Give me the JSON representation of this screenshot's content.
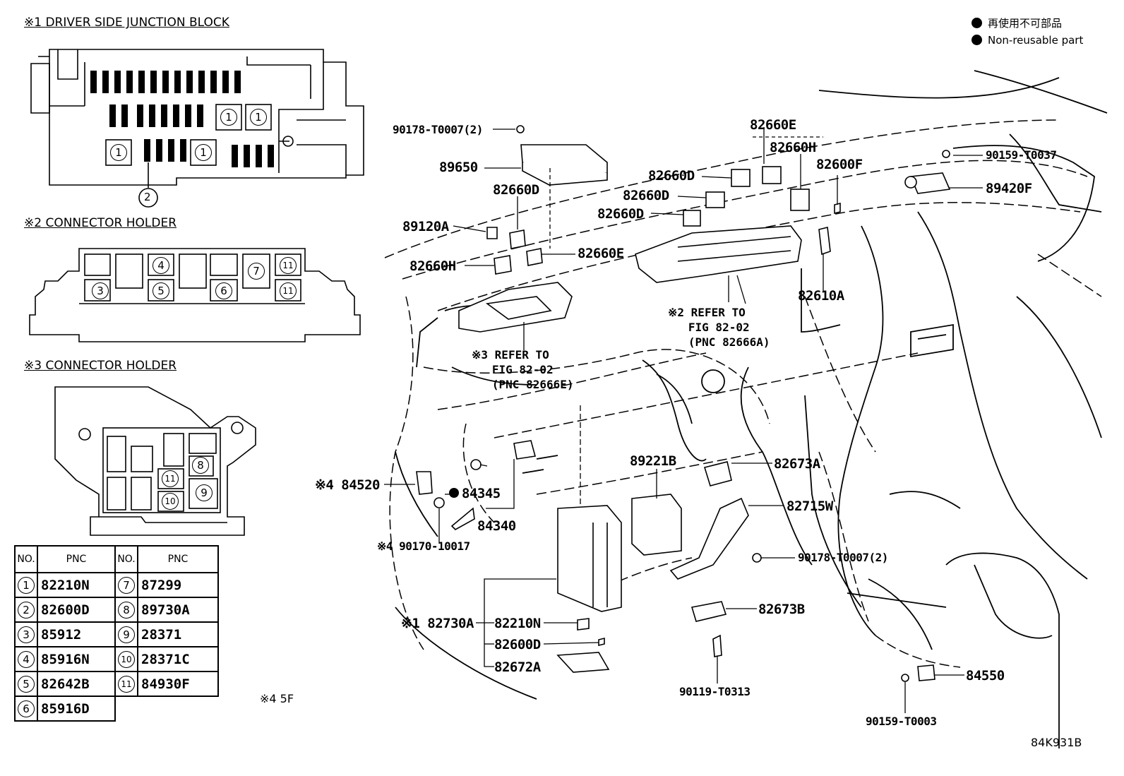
{
  "legend": {
    "jp": "再使用不可部品",
    "en": "Non-reusable part"
  },
  "sections": {
    "s1": "※1 DRIVER SIDE JUNCTION BLOCK",
    "s2": "※2 CONNECTOR HOLDER",
    "s3": "※3 CONNECTOR HOLDER"
  },
  "markers": {
    "jb_fuse_1": "1",
    "jb_fuse_2": "2",
    "h2": [
      "4",
      "7",
      "11",
      "3",
      "5",
      "6",
      "11"
    ],
    "h3": [
      "8",
      "11",
      "9",
      "10"
    ]
  },
  "table": {
    "headers": [
      "NO.",
      "PNC",
      "NO.",
      "PNC"
    ],
    "rows": [
      {
        "no1": "1",
        "pnc1": "82210N",
        "no2": "7",
        "pnc2": "87299"
      },
      {
        "no1": "2",
        "pnc1": "82600D",
        "no2": "8",
        "pnc2": "89730A"
      },
      {
        "no1": "3",
        "pnc1": "85912",
        "no2": "9",
        "pnc2": "28371"
      },
      {
        "no1": "4",
        "pnc1": "85916N",
        "no2": "10",
        "pnc2": "28371C"
      },
      {
        "no1": "5",
        "pnc1": "82642B",
        "no2": "11",
        "pnc2": "84930F"
      },
      {
        "no1": "6",
        "pnc1": "85916D",
        "no2": "",
        "pnc2": ""
      }
    ]
  },
  "note4": "※4  5F",
  "labels": {
    "p90178_top": "90178-T0007(2)",
    "p89650": "89650",
    "p82660D_a": "82660D",
    "p89120A": "89120A",
    "p82660H_a": "82660H",
    "p82660E_a": "82660E",
    "p82660E_b": "82660E",
    "p82660H_b": "82660H",
    "p82660D_b": "82660D",
    "p82660D_c": "82660D",
    "p82660D_d": "82660D",
    "p82600F": "82600F",
    "p90159_T0037": "90159-T0037",
    "p89420F": "89420F",
    "p82610A": "82610A",
    "p84520": "※4 84520",
    "p84345": "84345",
    "p84340": "84340",
    "p90170": "※4 90170-10017",
    "p89221B": "89221B",
    "p82673A": "82673A",
    "p82715W": "82715W",
    "p90178_mid": "90178-T0007(2)",
    "p82730A": "※1 82730A",
    "p82210N": "82210N",
    "p82600D": "82600D",
    "p82672A": "82672A",
    "p82673B": "82673B",
    "p90119": "90119-T0313",
    "p84550": "84550",
    "p90159_T0003": "90159-T0003"
  },
  "refs": {
    "r2": "※2 REFER TO\n   FIG 82-02\n   (PNC 82666A)",
    "r3": "※3 REFER TO\n   FIG 82-02\n   (PNC 82666E)"
  },
  "figure_id": "84K931B"
}
